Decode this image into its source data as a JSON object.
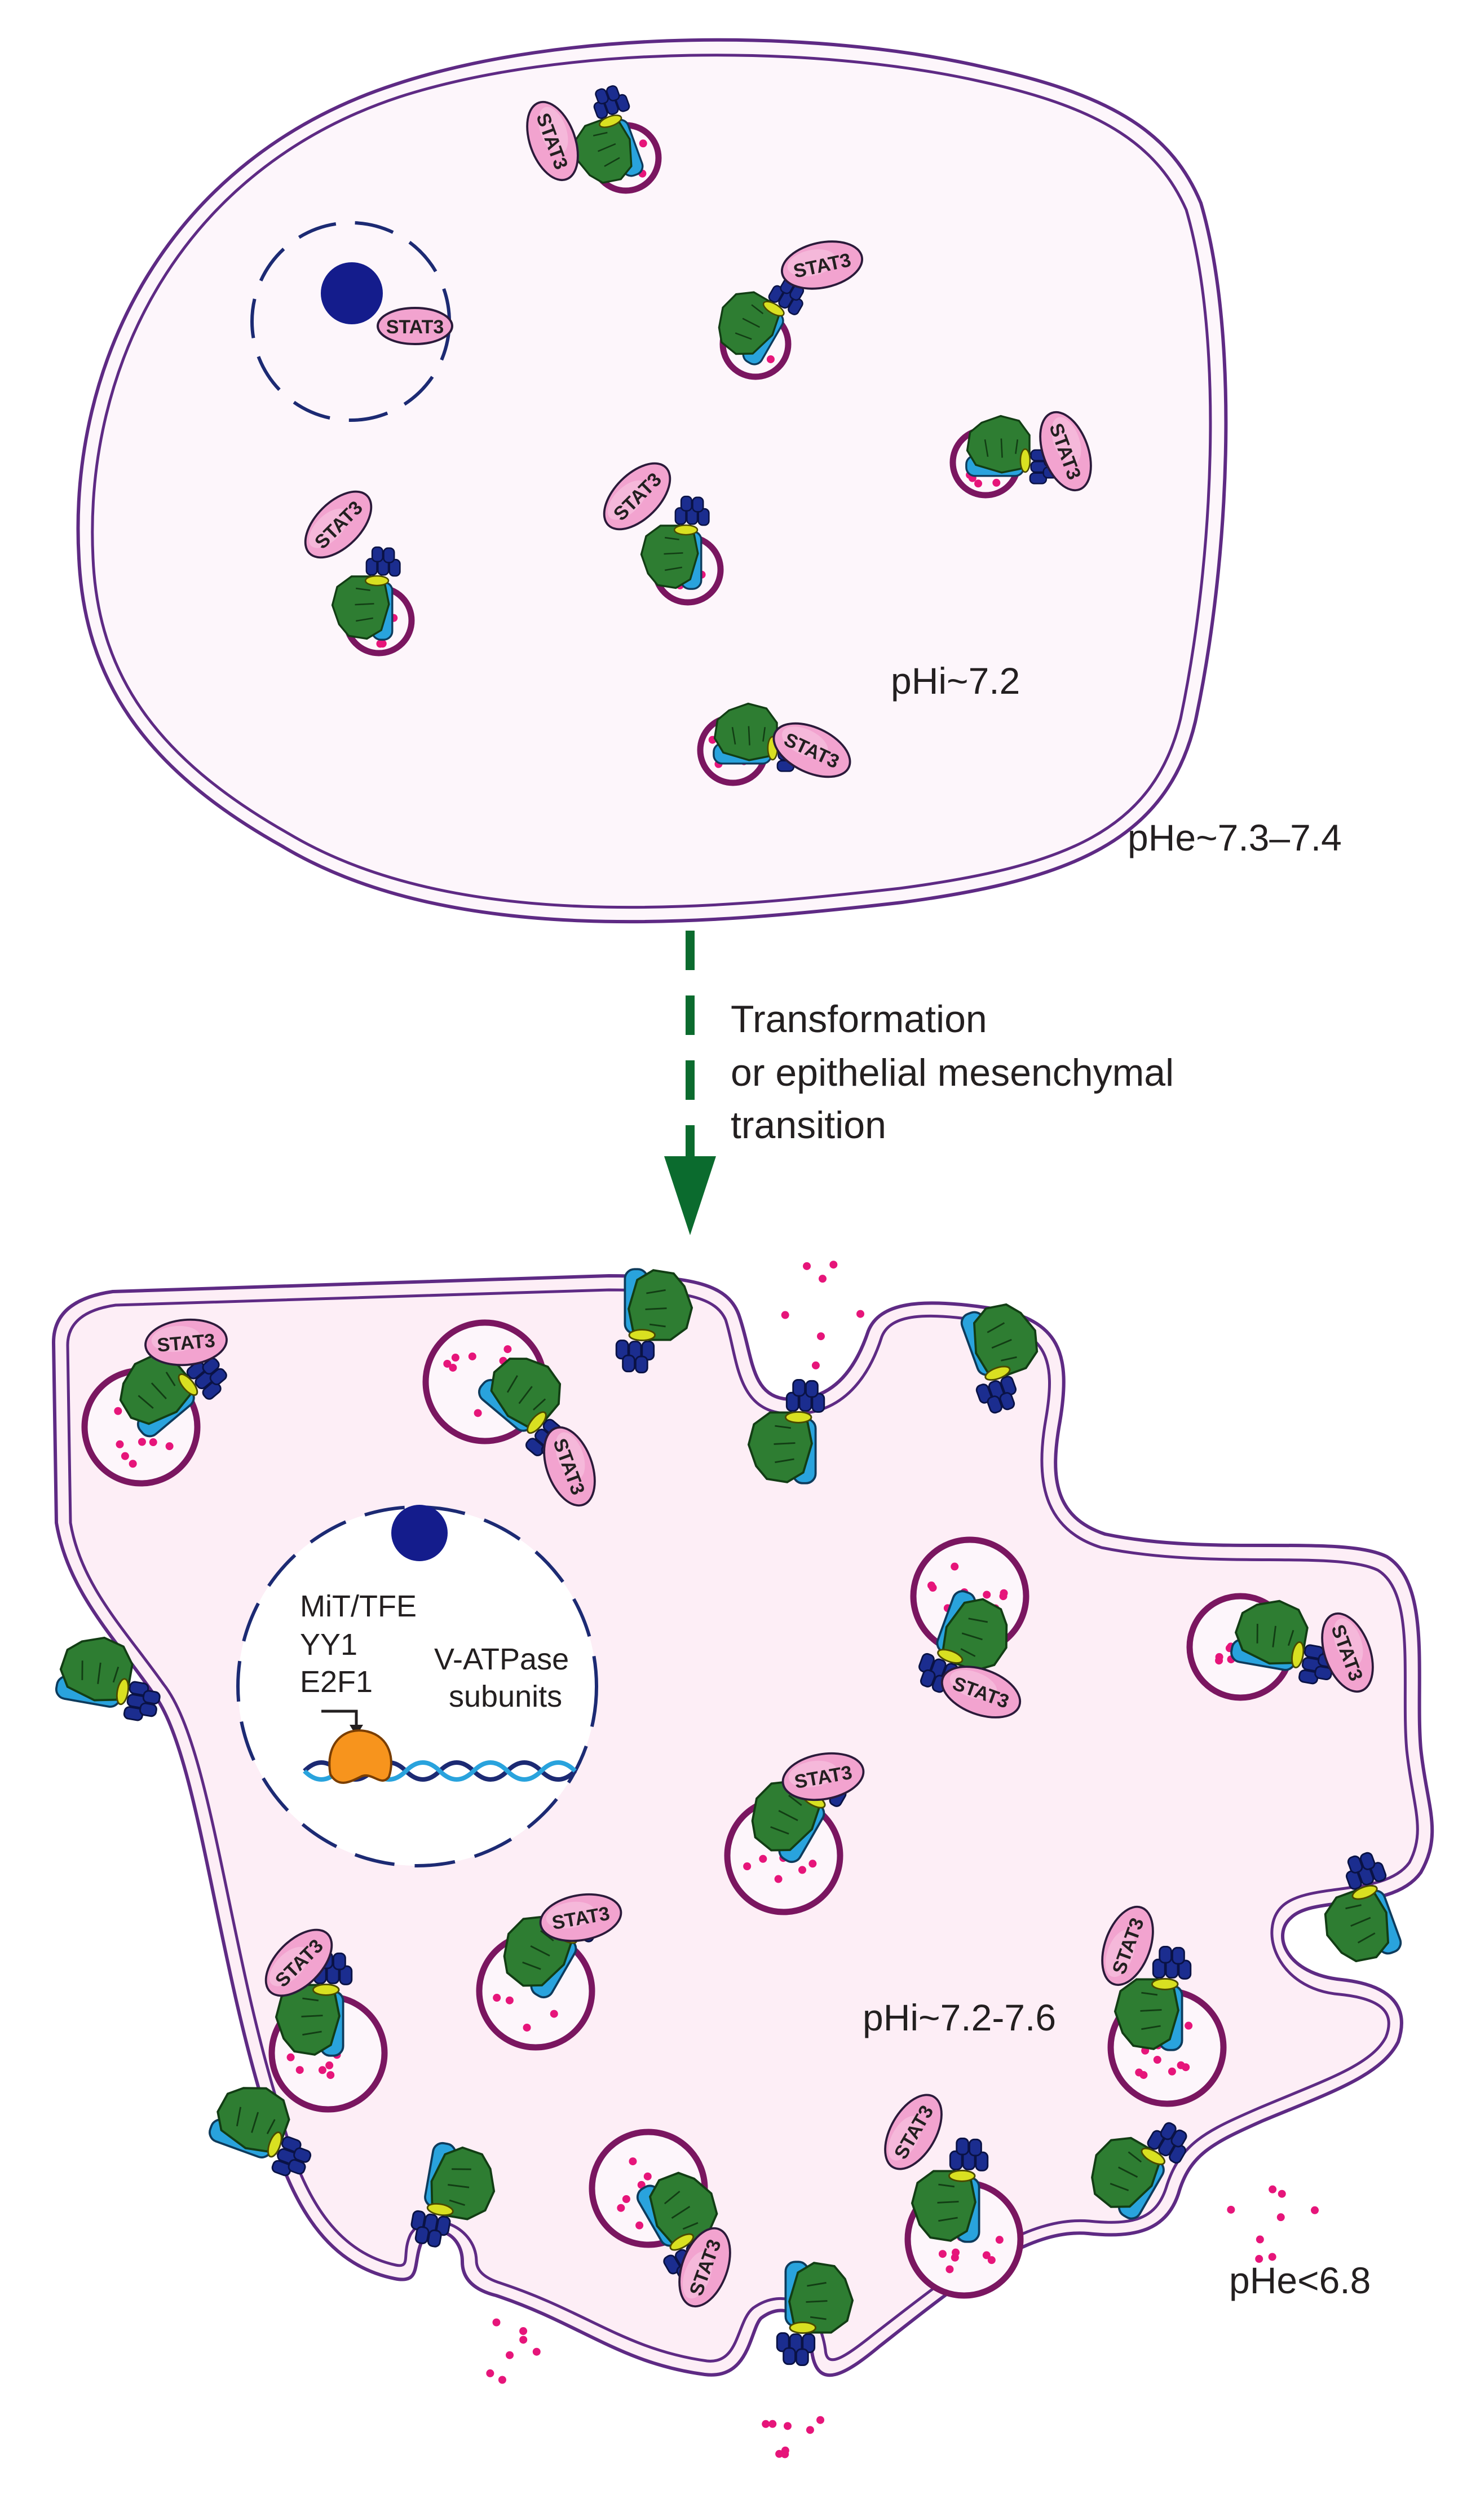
{
  "colors": {
    "membrane": "#5e2a84",
    "cell_top_fill": "#fdf6fb",
    "cell_bottom_fill": "#fdeef6",
    "lysosome_ring": "#7a1660",
    "proton": "#e6157a",
    "arrow": "#0b6b2e",
    "nucleus_outline": "#1c2a73",
    "nucleolus": "#141c8c",
    "stat3_fill": "#f2a3cf",
    "stat3_stroke": "#2b1a3a",
    "vatpase_v1": "#2e7d32",
    "vatpase_stalk": "#29a3dd",
    "vatpase_v0": "#1b2d8f",
    "vatpase_rotor": "#d9e021",
    "transcription_factor": "#f7941d",
    "dna_a": "#1c2a73",
    "dna_b": "#29a3dd"
  },
  "labels": {
    "ph_intracellular_normal": "pHi~7.2",
    "ph_extracellular_normal": "pHe~7.3–7.4",
    "transition_line1": "Transformation",
    "transition_line2": "or epithelial mesenchymal",
    "transition_line3": "transition",
    "ph_intracellular_tumor": "pHi~7.2-7.6",
    "ph_extracellular_tumor": "pHe<6.8",
    "tf_1": "MiT/TFE",
    "tf_2": "YY1",
    "tf_3": "E2F1",
    "target_line1": "V-ATPase",
    "target_line2": "subunits",
    "stat3": "STAT3"
  },
  "icons": {
    "v_atpase": "v-atpase-icon",
    "stat3": "stat3-icon",
    "lysosome": "lysosome-icon",
    "nucleus": "nucleus-icon",
    "dna": "dna-icon",
    "arrow": "arrow-down-icon"
  }
}
